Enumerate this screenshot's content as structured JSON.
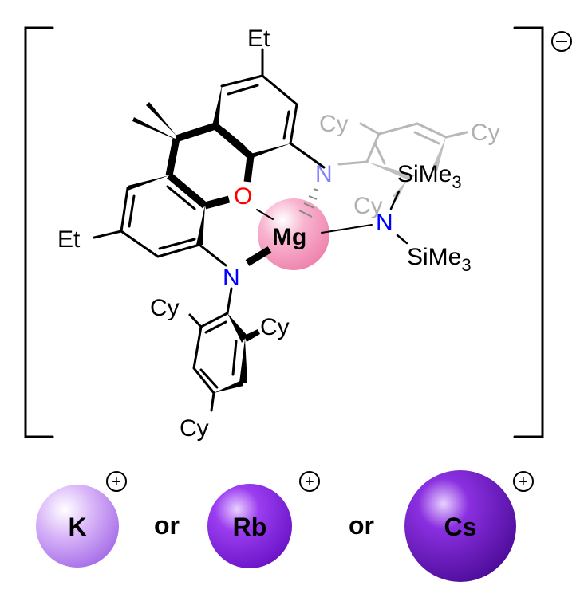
{
  "complex": {
    "charge": "⊖",
    "metal": "Mg",
    "oxygen": "O",
    "nitrogen": "N",
    "ethyl_top": "Et",
    "ethyl_left": "Et",
    "cy_label": "Cy",
    "silyl_upper": "SiMe",
    "silyl_lower": "SiMe",
    "subscript": "3"
  },
  "cations": [
    {
      "symbol": "K",
      "charge": "+",
      "color": "#c89cf0"
    },
    {
      "symbol": "Rb",
      "charge": "+",
      "color": "#8a2be2"
    },
    {
      "symbol": "Cs",
      "charge": "+",
      "color": "#6a1bb8"
    }
  ],
  "separators": [
    "or",
    "or"
  ],
  "colors": {
    "nitrogen": "#0000ff",
    "oxygen": "#ff0000",
    "magnesium": "#f48fb1",
    "grey_part": "#b0b0b0"
  }
}
